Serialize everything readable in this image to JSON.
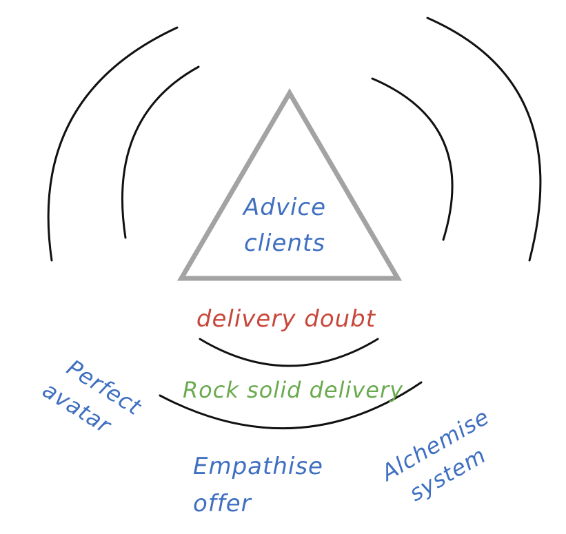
{
  "colors": {
    "blue": "#3f6fc0",
    "red": "#c8473a",
    "green": "#6aaa4e",
    "gray": "#a3a3a3",
    "arc": "#111111"
  },
  "center": {
    "line1": "Advice",
    "line2": "clients"
  },
  "delivery_doubt": "delivery doubt",
  "rock_solid": "Rock solid delivery",
  "perfect_avatar": {
    "line1": "Perfect",
    "line2": "avatar"
  },
  "empathise_offer": {
    "line1": "Empathise",
    "line2": "offer"
  },
  "alchemise_system": {
    "line1": "Alchemise",
    "line2": "system"
  }
}
